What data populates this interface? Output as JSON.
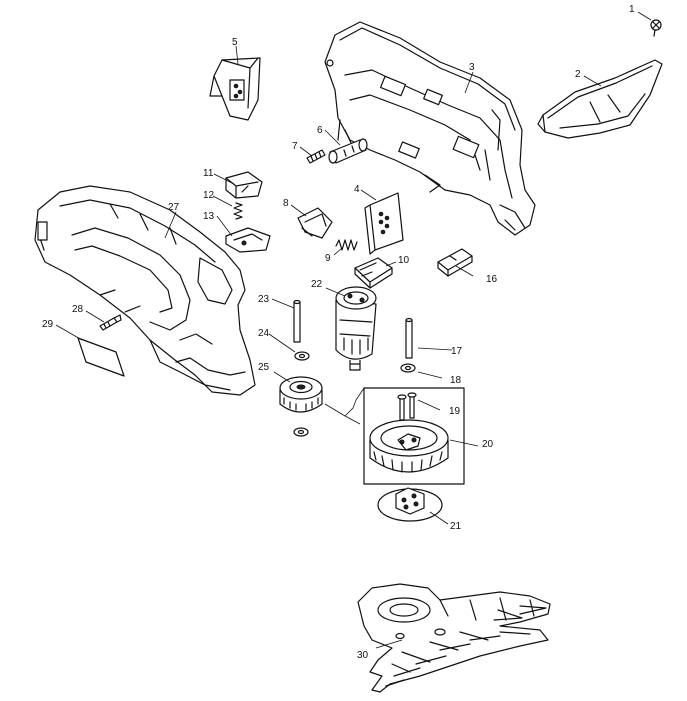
{
  "diagram": {
    "parts": [
      {
        "id": "p1",
        "label": "1"
      },
      {
        "id": "p2",
        "label": "2"
      },
      {
        "id": "p3",
        "label": "3"
      },
      {
        "id": "p4",
        "label": "4"
      },
      {
        "id": "p5",
        "label": "5"
      },
      {
        "id": "p6",
        "label": "6"
      },
      {
        "id": "p7",
        "label": "7"
      },
      {
        "id": "p8",
        "label": "8"
      },
      {
        "id": "p9",
        "label": "9"
      },
      {
        "id": "p10",
        "label": "10"
      },
      {
        "id": "p11",
        "label": "11"
      },
      {
        "id": "p12",
        "label": "12"
      },
      {
        "id": "p13",
        "label": "13"
      },
      {
        "id": "p16",
        "label": "16"
      },
      {
        "id": "p17",
        "label": "17"
      },
      {
        "id": "p18",
        "label": "18"
      },
      {
        "id": "p19",
        "label": "19"
      },
      {
        "id": "p20",
        "label": "20"
      },
      {
        "id": "p21",
        "label": "21"
      },
      {
        "id": "p22",
        "label": "22"
      },
      {
        "id": "p23",
        "label": "23"
      },
      {
        "id": "p24",
        "label": "24"
      },
      {
        "id": "p25",
        "label": "25"
      },
      {
        "id": "p27",
        "label": "27"
      },
      {
        "id": "p28",
        "label": "28"
      },
      {
        "id": "p29",
        "label": "29"
      },
      {
        "id": "p30",
        "label": "30"
      }
    ],
    "colors": {
      "ink": "#111111",
      "background": "#ffffff"
    }
  }
}
